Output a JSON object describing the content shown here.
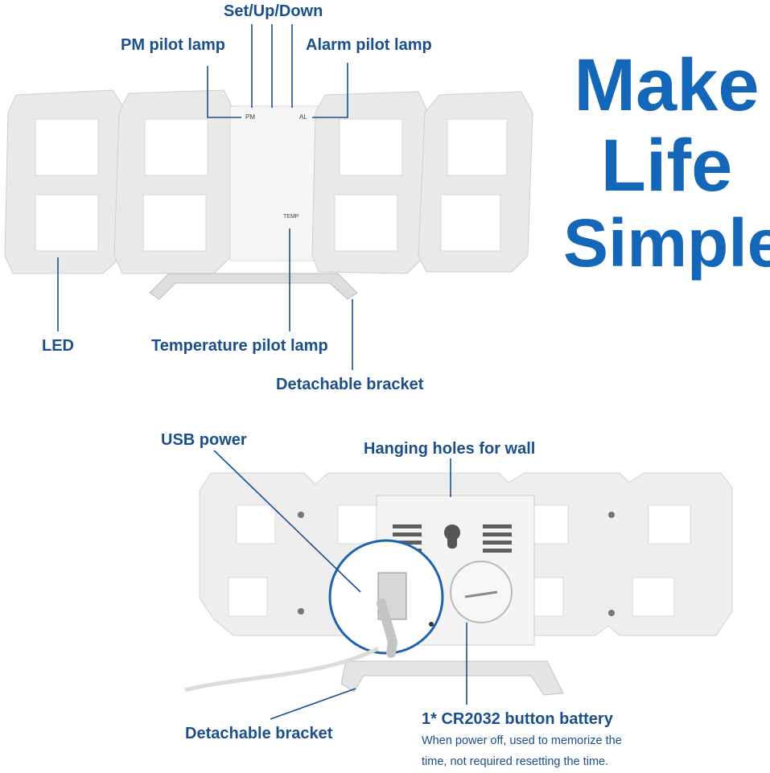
{
  "top_labels": {
    "set_up_down": "Set/Up/Down",
    "pm_pilot_lamp": "PM pilot lamp",
    "alarm_pilot_lamp": "Alarm pilot lamp",
    "led": "LED",
    "temperature_pilot_lamp": "Temperature pilot lamp",
    "detachable_bracket": "Detachable bracket",
    "pm_tag": "PM",
    "al_tag": "AL",
    "temp_tag": "TEMP"
  },
  "headline": {
    "line1": "Make",
    "line2": "Life",
    "line3": "Simple"
  },
  "bottom_labels": {
    "usb_power": "USB power",
    "hanging_holes": "Hanging holes for wall",
    "detachable_bracket": "Detachable bracket",
    "battery_title": "1* CR2032 button battery",
    "battery_note_line1": "When power off, used to memorize the",
    "battery_note_line2": "time, not required resetting the time."
  },
  "colors": {
    "label_blue": "#1b4f8c",
    "headline_blue": "#1466b8",
    "device_white": "#f2f2f2"
  }
}
